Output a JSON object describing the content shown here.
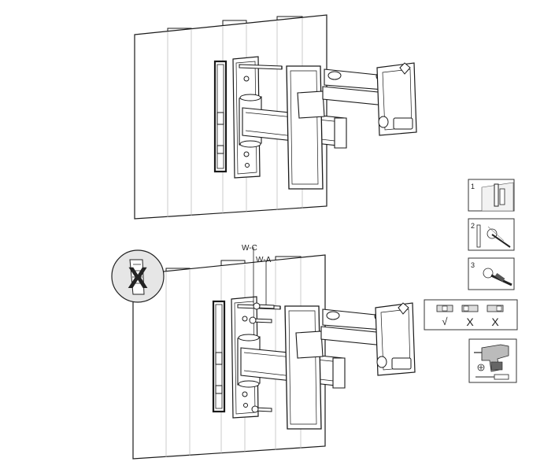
{
  "callouts": {
    "screw_c": "W-C",
    "screw_a": "W-A"
  },
  "prohibition": {
    "mark": "X",
    "icon": "no-wall-anchor-icon"
  },
  "steps": [
    {
      "number": "1",
      "icon": "level-on-wall-icon"
    },
    {
      "number": "2",
      "icon": "mark-holes-icon"
    },
    {
      "number": "3",
      "icon": "drill-hole-icon"
    }
  ],
  "level_check": {
    "marks": [
      "√",
      "X",
      "X"
    ],
    "icon": "bubble-level-icon"
  },
  "tools": {
    "icons": [
      "drill-icon",
      "phillips-screwdriver-icon",
      "drill-bit-icon"
    ]
  },
  "colors": {
    "line": "#1a1a1a",
    "wall_fill": "#ffffff",
    "panel_border": "#333333",
    "inset_bg": "#ececec"
  }
}
